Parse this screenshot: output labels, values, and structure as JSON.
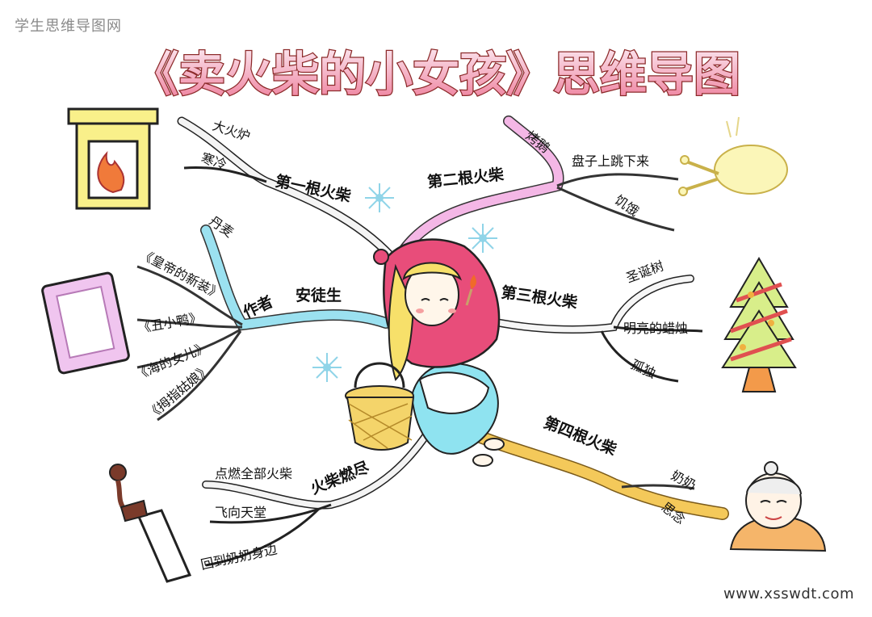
{
  "watermark": {
    "top_left": "学生思维导图网",
    "bottom_right": "www.xsswdt.com"
  },
  "title": "《卖火柴的小女孩》思维导图",
  "colors": {
    "title_fill_top": "#f7d7e6",
    "title_fill_bottom": "#f08aa4",
    "title_outline": "#8c2a2a",
    "branch_grey": "#f2f2f2",
    "branch_pink": "#f4b7e6",
    "branch_cyan": "#9be1f0",
    "branch_gold": "#f4c95a"
  },
  "branches": {
    "first": {
      "label": "第一根火柴",
      "leaves": [
        "大火炉",
        "寒冷"
      ]
    },
    "second": {
      "label": "第二根火柴",
      "leaves": [
        "烤鹅",
        "盘子上跳下来",
        "饥饿"
      ]
    },
    "third": {
      "label": "第三根火柴",
      "leaves": [
        "圣诞树",
        "明亮的蜡烛",
        "孤独"
      ]
    },
    "fourth": {
      "label": "第四根火柴",
      "leaves": [
        "奶奶",
        "思念"
      ]
    },
    "author": {
      "label": "作者",
      "name": "安徒生",
      "leaves": [
        "丹麦",
        "《皇帝的新装》",
        "《丑小鸭》",
        "《海的女儿》",
        "《拇指姑娘》"
      ]
    },
    "end": {
      "label": "火柴燃尽",
      "leaves": [
        "点燃全部火柴",
        "飞向天堂",
        "回到奶奶身边"
      ]
    }
  },
  "icons": [
    "fireplace-icon",
    "roast-goose-icon",
    "book-icon",
    "christmas-tree-icon",
    "match-icon",
    "grandmother-icon",
    "snowflake-icon",
    "little-match-girl-icon"
  ]
}
